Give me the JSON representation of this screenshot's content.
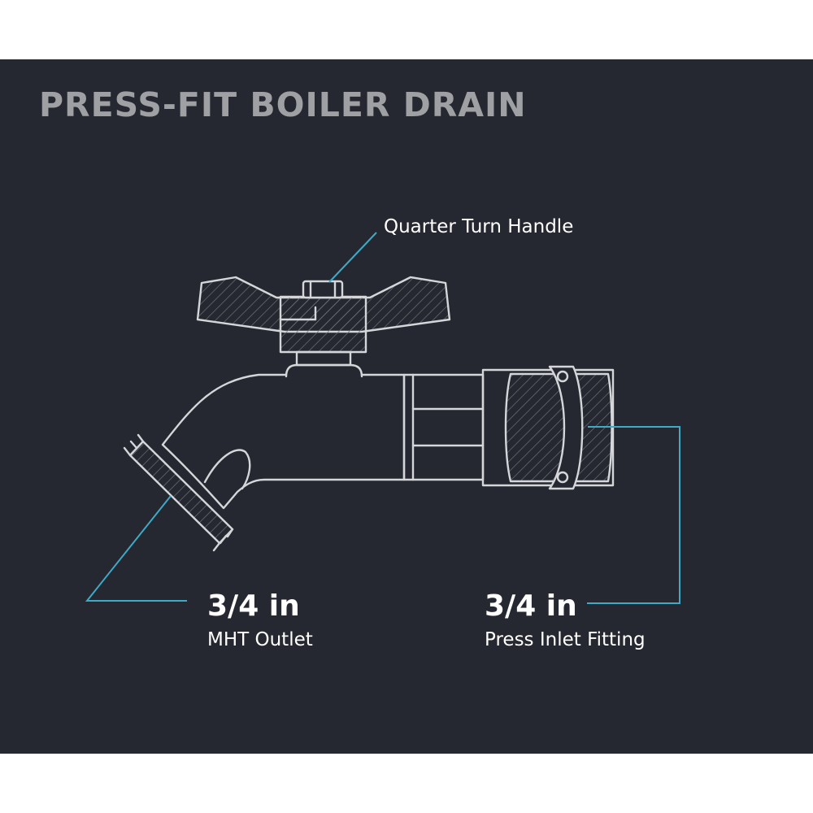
{
  "title": "PRESS-FIT BOILER DRAIN",
  "colors": {
    "background": "#252830",
    "title": "#9ea0a4",
    "line_art": "#d4d6da",
    "callout": "#3fa9c6",
    "label": "#ffffff"
  },
  "callouts": {
    "handle": {
      "label": "Quarter Turn Handle"
    },
    "outlet": {
      "size": "3/4 in",
      "label": "MHT Outlet"
    },
    "inlet": {
      "size": "3/4 in",
      "label": "Press Inlet Fitting"
    }
  }
}
